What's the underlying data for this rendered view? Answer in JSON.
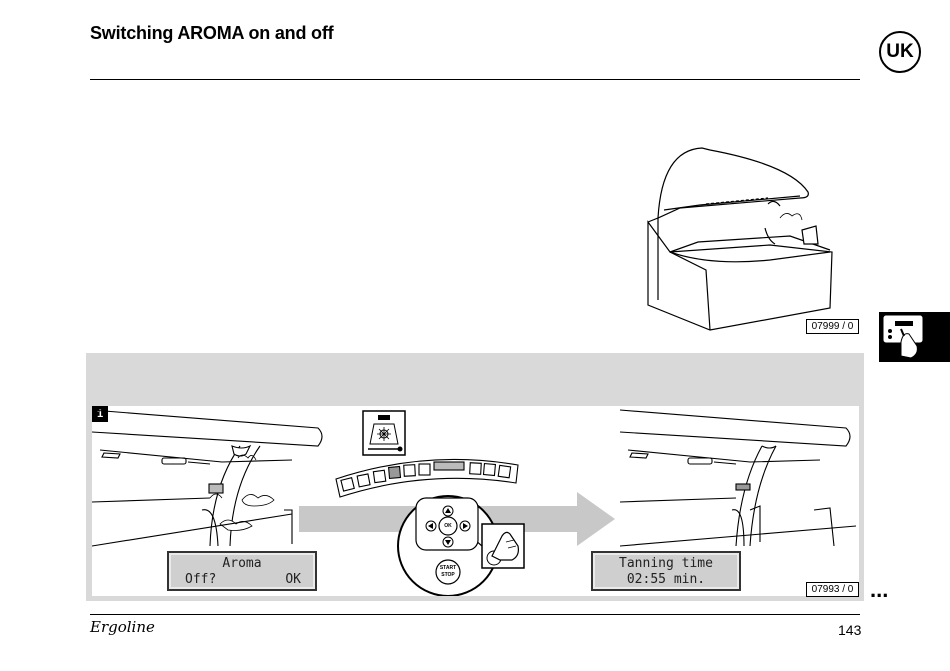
{
  "header": {
    "title": "Switching AROMA on and off",
    "language_badge": "UK"
  },
  "overview_figure": {
    "reference": "07999 / 0"
  },
  "side_tab": {
    "icon": "hand-pressing-control-panel-icon"
  },
  "step_panel": {
    "step_number": "1",
    "reference": "07993 / 0",
    "display_left": {
      "line1": "Aroma",
      "line2_left": "Off?",
      "line2_right": "OK"
    },
    "display_right": {
      "line1": "Tanning time",
      "line2": "02:55 min."
    },
    "control_pad": {
      "ok_label": "OK",
      "start_label": "START",
      "stop_label": "STOP"
    }
  },
  "footer": {
    "continued_marker": "...",
    "brand": "Ergoline",
    "page_number": "143"
  }
}
